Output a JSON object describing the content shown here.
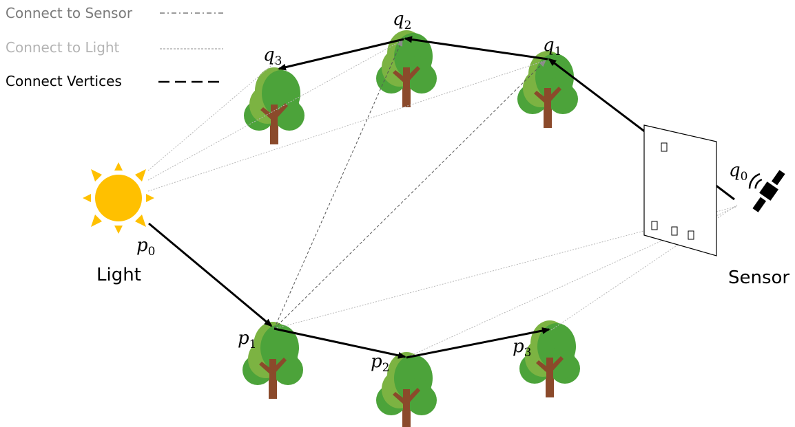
{
  "legend": {
    "sensor": {
      "label": "Connect to Sensor",
      "color": "#7a7a7a"
    },
    "light": {
      "label": "Connect to Light",
      "color": "#b3b3b3"
    },
    "vertices": {
      "label": "Connect Vertices",
      "color": "#000000"
    }
  },
  "labels": {
    "light": "Light",
    "sensor": "Sensor"
  },
  "vertices": {
    "p0": {
      "base": "p",
      "sub": "0"
    },
    "p1": {
      "base": "p",
      "sub": "1"
    },
    "p2": {
      "base": "p",
      "sub": "2"
    },
    "p3": {
      "base": "p",
      "sub": "3"
    },
    "q0": {
      "base": "q",
      "sub": "0"
    },
    "q1": {
      "base": "q",
      "sub": "1"
    },
    "q2": {
      "base": "q",
      "sub": "2"
    },
    "q3": {
      "base": "q",
      "sub": "3"
    }
  },
  "colors": {
    "sun": "#FFC000",
    "tree_light": "#7CB342",
    "tree_dark": "#4CA33A",
    "trunk": "#8B4A2B"
  }
}
